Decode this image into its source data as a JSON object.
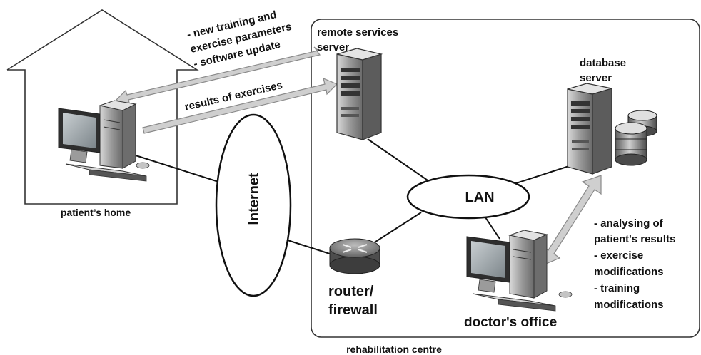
{
  "home": {
    "label": "patient’s home"
  },
  "centre": {
    "label": "rehabilitation centre"
  },
  "internet": {
    "label": "Internet"
  },
  "lan": {
    "label": "LAN"
  },
  "remote_server": {
    "line1": "remote services",
    "line2": "server"
  },
  "database_server": {
    "line1": "database",
    "line2": "server"
  },
  "router": {
    "line1": "router/",
    "line2": "firewall"
  },
  "doctor": {
    "label": "doctor's office"
  },
  "downlink": {
    "line1": "- new training and",
    "line2": "exercise parameters",
    "line3": "- software update"
  },
  "uplink": {
    "label": "results of exercises"
  },
  "doctor_tasks": {
    "lines": [
      "- analysing of",
      "patient's results",
      "- exercise",
      "modifications",
      "- training",
      "modifications"
    ]
  },
  "colors": {
    "arrow_fill": "#cfcfcf",
    "arrow_stroke": "#8a8a8a",
    "device_dark": "#3a3a3a",
    "device_light": "#bdbdbd",
    "screen": "#9aa3a8"
  }
}
